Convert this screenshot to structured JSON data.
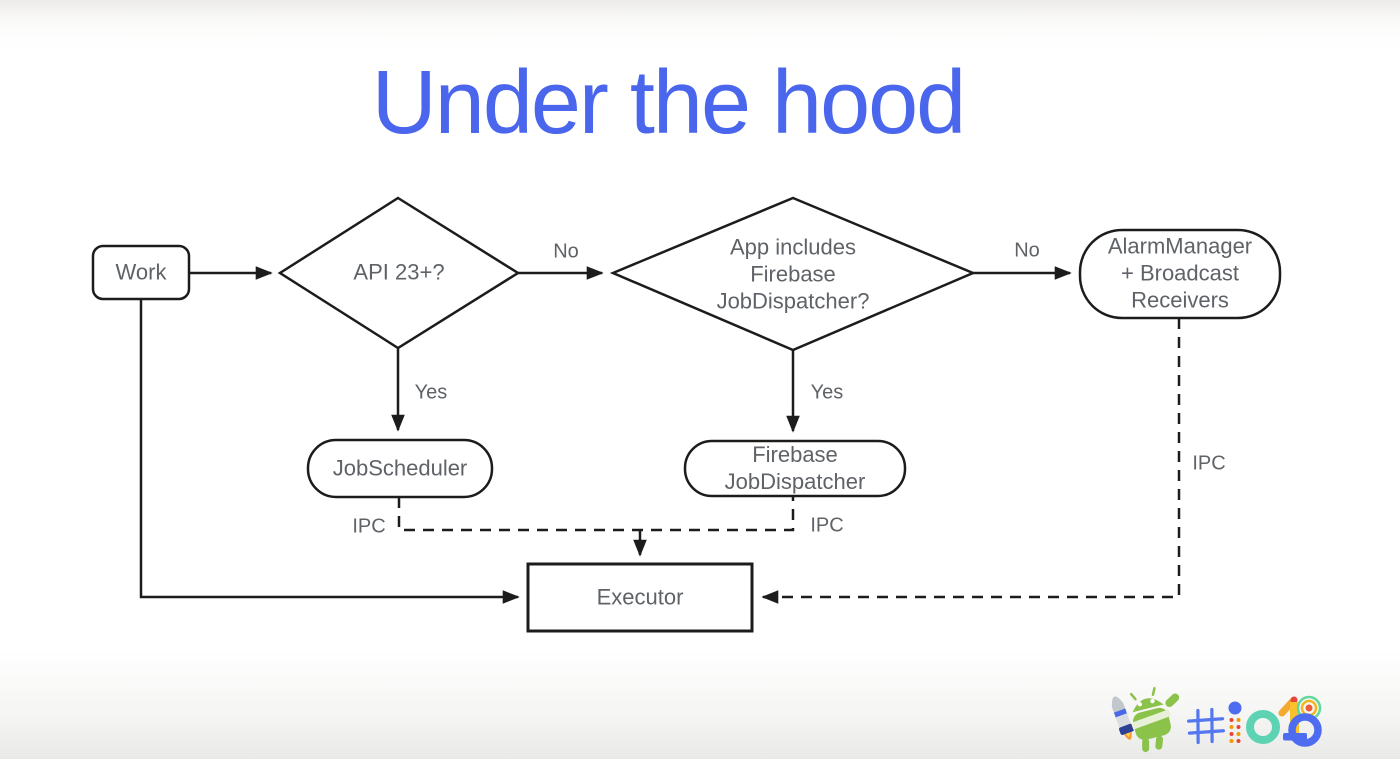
{
  "title": "Under the hood",
  "nodes": {
    "work": {
      "label": "Work"
    },
    "api_check": {
      "label": "API 23+?"
    },
    "firebase_check": {
      "label": "App includes\nFirebase\nJobDispatcher?"
    },
    "alarm_manager": {
      "label": "AlarmManager\n+ Broadcast\nReceivers"
    },
    "job_scheduler": {
      "label": "JobScheduler"
    },
    "firebase_job_dispatcher": {
      "label": "Firebase\nJobDispatcher"
    },
    "executor": {
      "label": "Executor"
    }
  },
  "edge_labels": {
    "api_no": "No",
    "api_yes": "Yes",
    "firebase_no": "No",
    "firebase_yes": "Yes",
    "ipc_job_scheduler": "IPC",
    "ipc_firebase": "IPC",
    "ipc_alarm_manager": "IPC"
  },
  "footer": {
    "hashtag": "#io18",
    "mascot": "android-jetpack-mascot"
  },
  "colors": {
    "title": "#4a66ec",
    "node_text": "#5f6368",
    "line": "#1c1c1c",
    "background": "#ffffff",
    "io_blue": "#4d6cf0",
    "io_teal": "#5ed3b3",
    "io_yellow": "#fbc02d",
    "io_red": "#e94435",
    "android_green": "#8bc34a"
  }
}
